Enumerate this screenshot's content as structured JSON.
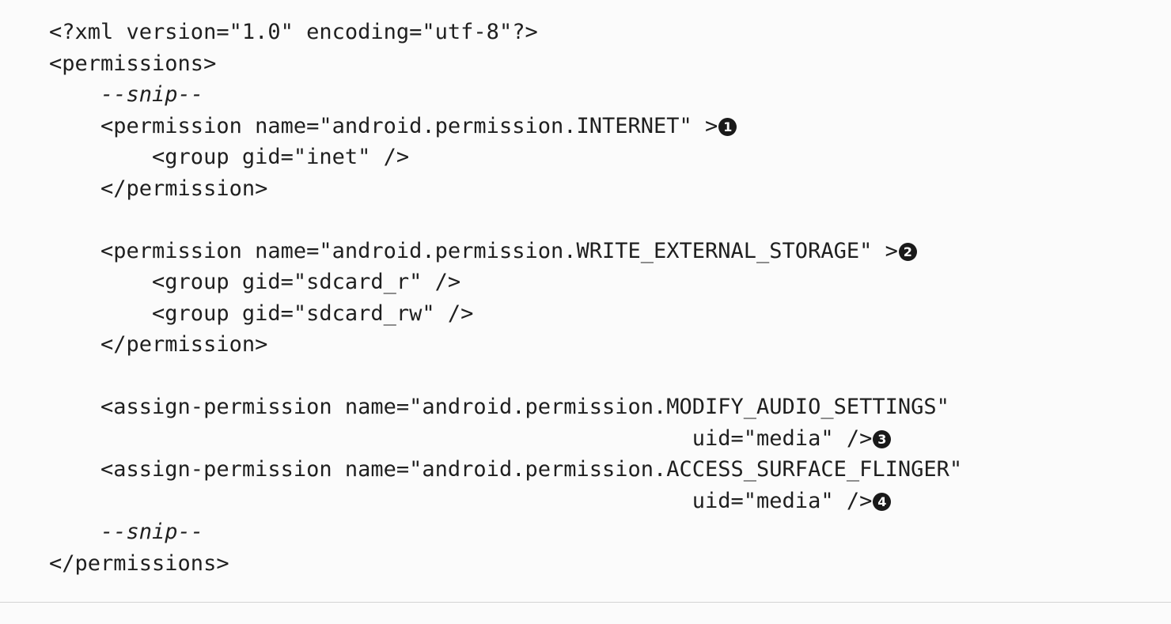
{
  "page": {
    "background": "#fbfbfb",
    "text_color": "#1f1f1f",
    "divider_color": "#d4d4d4"
  },
  "code_listing": {
    "language": "xml",
    "description": "Android platform.xml permissions excerpt with numbered callouts",
    "callout_bg": "#1a1a1a",
    "callout_fg": "#ffffff",
    "lines": [
      [
        {
          "k": "plain",
          "t": "<?xml version=\"1.0\" encoding=\"utf-8\"?>"
        }
      ],
      [
        {
          "k": "plain",
          "t": "<permissions>"
        }
      ],
      [
        {
          "k": "plain",
          "t": "    "
        },
        {
          "k": "snip",
          "t": "--snip--"
        }
      ],
      [
        {
          "k": "plain",
          "t": "    <permission name=\"android.permission.INTERNET\" >"
        },
        {
          "k": "callout",
          "t": "1"
        }
      ],
      [
        {
          "k": "plain",
          "t": "        <group gid=\"inet\" />"
        }
      ],
      [
        {
          "k": "plain",
          "t": "    </permission>"
        }
      ],
      [],
      [
        {
          "k": "plain",
          "t": "    <permission name=\"android.permission.WRITE_EXTERNAL_STORAGE\" >"
        },
        {
          "k": "callout",
          "t": "2"
        }
      ],
      [
        {
          "k": "plain",
          "t": "        <group gid=\"sdcard_r\" />"
        }
      ],
      [
        {
          "k": "plain",
          "t": "        <group gid=\"sdcard_rw\" />"
        }
      ],
      [
        {
          "k": "plain",
          "t": "    </permission>"
        }
      ],
      [],
      [
        {
          "k": "plain",
          "t": "    <assign-permission name=\"android.permission.MODIFY_AUDIO_SETTINGS\""
        }
      ],
      [
        {
          "k": "plain",
          "t": "                                                  uid=\"media\" />"
        },
        {
          "k": "callout",
          "t": "3"
        }
      ],
      [
        {
          "k": "plain",
          "t": "    <assign-permission name=\"android.permission.ACCESS_SURFACE_FLINGER\""
        }
      ],
      [
        {
          "k": "plain",
          "t": "                                                  uid=\"media\" />"
        },
        {
          "k": "callout",
          "t": "4"
        }
      ],
      [
        {
          "k": "plain",
          "t": "    "
        },
        {
          "k": "snip",
          "t": "--snip--"
        }
      ],
      [
        {
          "k": "plain",
          "t": "</permissions>"
        }
      ]
    ]
  }
}
